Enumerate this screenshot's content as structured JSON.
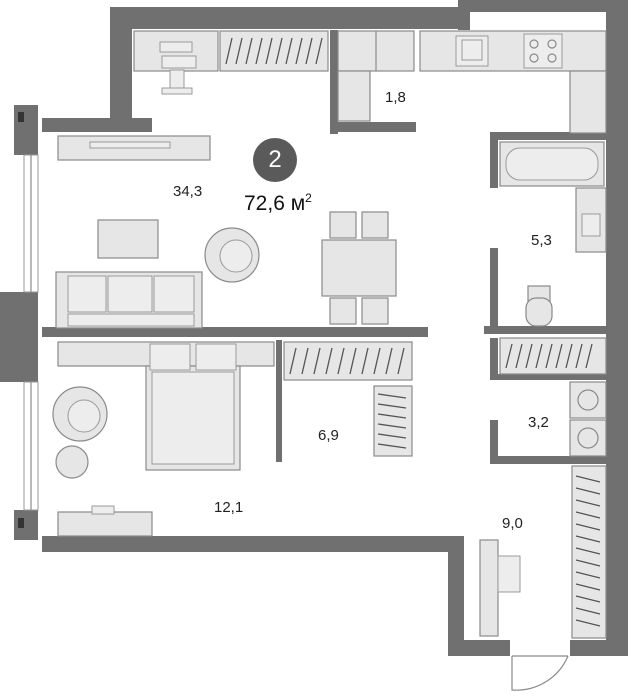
{
  "plan": {
    "room_count": "2",
    "total_area": "72,6",
    "total_unit": "м",
    "total_unit_sup": "2",
    "rooms": {
      "living": "34,3",
      "wc": "1,8",
      "bathroom": "5,3",
      "laundry": "3,2",
      "closet": "6,9",
      "bedroom": "12,1",
      "hall": "9,0"
    }
  }
}
